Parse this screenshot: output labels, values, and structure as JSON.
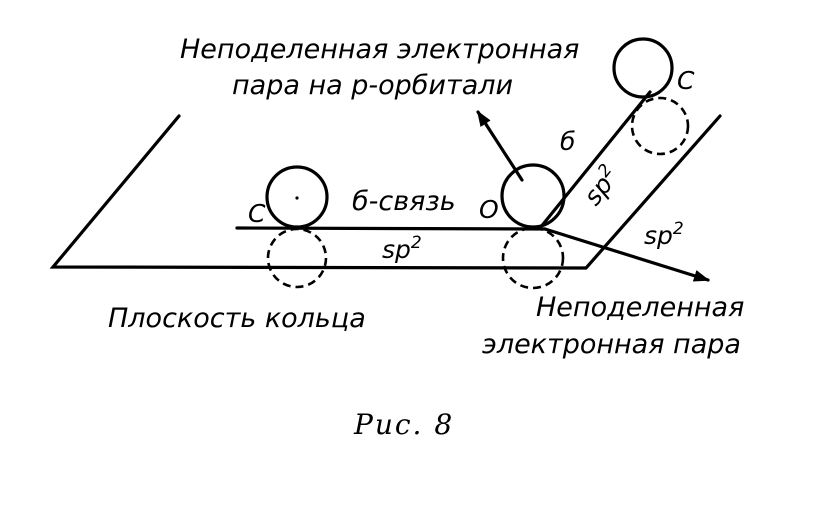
{
  "labels": {
    "p_orbital_pair_line1": "Неподеленная электронная",
    "p_orbital_pair_line2": "пара на p-орбитали",
    "carbon_right": "C",
    "carbon_left": "C",
    "sigma_upper": "б",
    "sigma_bond": "б-связь",
    "oxygen": "O",
    "sp2_upper": "sp",
    "sp2_upper_exp": "2",
    "sp2_right": "sp",
    "sp2_right_exp": "2",
    "sp2_center": "sp",
    "sp2_center_exp": "2",
    "ring_plane": "Плоскость кольца",
    "lone_pair_line1": "Неподеленная",
    "lone_pair_line2": "электронная пара"
  },
  "caption": "Рис. 8"
}
